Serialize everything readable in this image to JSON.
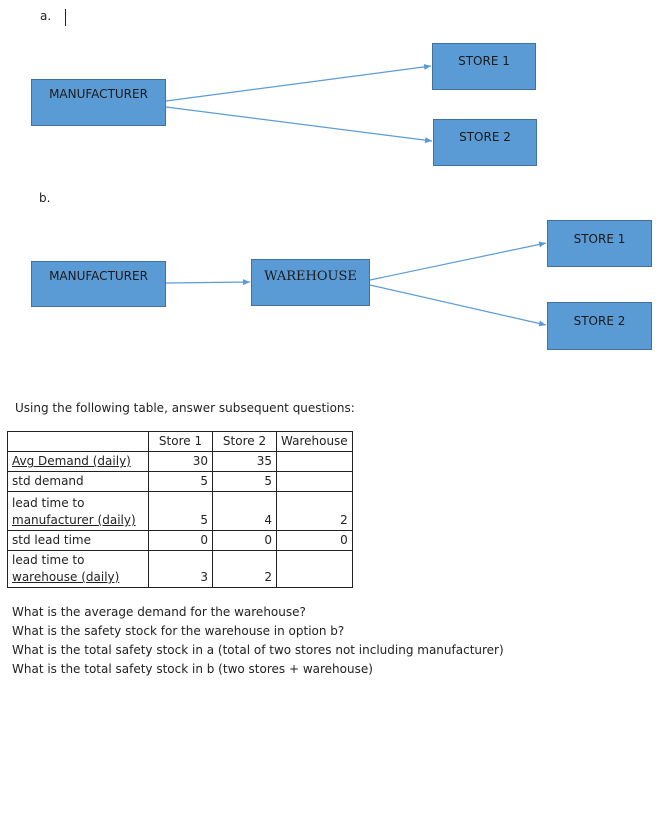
{
  "diagram_a": {
    "label": "a.",
    "manufacturer": "MANUFACTURER",
    "store1": "STORE 1",
    "store2": "STORE 2"
  },
  "diagram_b": {
    "label": "b.",
    "manufacturer": "MANUFACTURER",
    "warehouse": "WAREHOUSE",
    "store1": "STORE 1",
    "store2": "STORE 2"
  },
  "colors": {
    "box_fill": "#5b9bd5",
    "box_border": "#41719c",
    "arrow": "#5b9bd5"
  },
  "intro_text": "Using the following table, answer subsequent questions:",
  "table": {
    "headers": [
      "",
      "Store 1",
      "Store 2",
      "Warehouse"
    ],
    "rows": [
      {
        "label": "Avg Demand (daily)",
        "values": [
          "30",
          "35",
          ""
        ]
      },
      {
        "label": "std demand",
        "values": [
          "5",
          "5",
          ""
        ]
      },
      {
        "label_line1": "lead time to",
        "label_line2": "manufacturer (daily)",
        "values": [
          "5",
          "4",
          "2"
        ]
      },
      {
        "label": "std lead time",
        "values": [
          "0",
          "0",
          "0"
        ]
      },
      {
        "label_line1": "lead time to",
        "label_line2": "warehouse (daily)",
        "values": [
          "3",
          "2",
          ""
        ]
      }
    ]
  },
  "questions": [
    "What is the average demand for the warehouse?",
    "What is the safety stock for the warehouse in option b?",
    "What is the total safety stock in a (total of two stores not including manufacturer)",
    "What is the total safety stock in b (two stores + warehouse)"
  ]
}
